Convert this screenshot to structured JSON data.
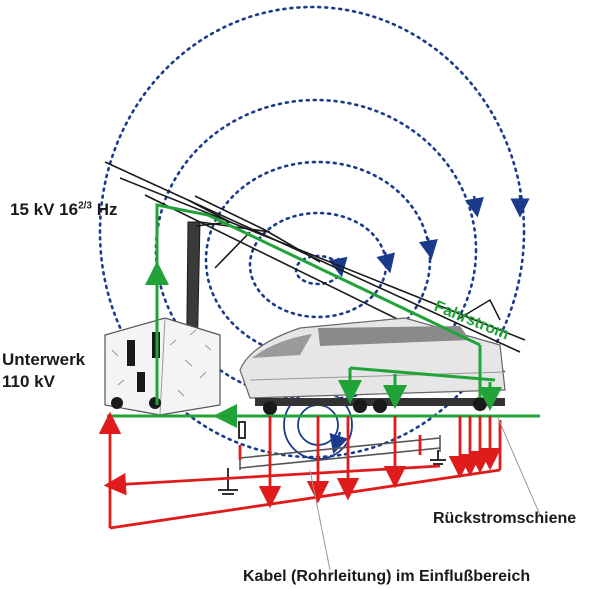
{
  "labels": {
    "voltage_prefix": "15 kV 16",
    "voltage_sup": "2/3",
    "voltage_suffix": " Hz",
    "substation_line1": "Unterwerk",
    "substation_line2": "110 kV",
    "traction_current": "Fahrstrom",
    "return_rail": "Rückstromschiene",
    "cable": "Kabel (Rohrleitung) im Einflußbereich"
  },
  "colors": {
    "field_lines": "#1a3a8c",
    "traction": "#22a33a",
    "return_current": "#e01b1b",
    "structure": "#1a1a1a"
  }
}
